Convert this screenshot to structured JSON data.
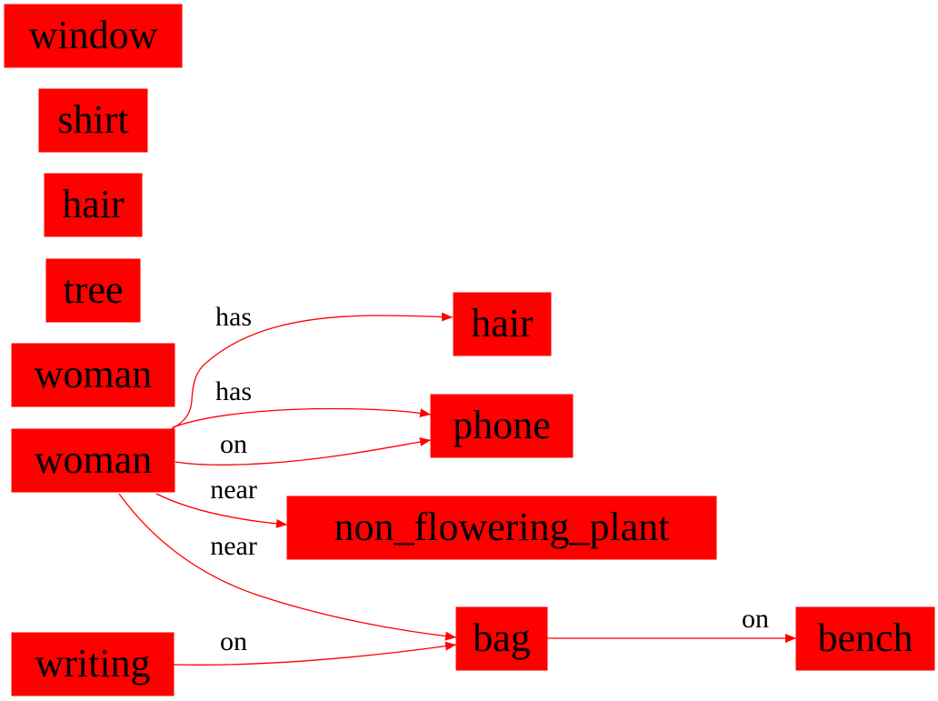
{
  "colors": {
    "node_fill": "#ff0000",
    "edge": "#ff0000",
    "text": "#000000"
  },
  "nodes": [
    {
      "id": "window",
      "label": "window"
    },
    {
      "id": "shirt",
      "label": "shirt"
    },
    {
      "id": "hair1",
      "label": "hair"
    },
    {
      "id": "tree",
      "label": "tree"
    },
    {
      "id": "woman1",
      "label": "woman"
    },
    {
      "id": "woman2",
      "label": "woman"
    },
    {
      "id": "writing",
      "label": "writing"
    },
    {
      "id": "hair2",
      "label": "hair"
    },
    {
      "id": "phone",
      "label": "phone"
    },
    {
      "id": "plant",
      "label": "non_flowering_plant"
    },
    {
      "id": "bag",
      "label": "bag"
    },
    {
      "id": "bench",
      "label": "bench"
    }
  ],
  "edges": [
    {
      "from": "woman2",
      "to": "hair2",
      "label": "has"
    },
    {
      "from": "woman2",
      "to": "phone",
      "label": "has"
    },
    {
      "from": "woman2",
      "to": "phone",
      "label": "on"
    },
    {
      "from": "woman2",
      "to": "plant",
      "label": "near"
    },
    {
      "from": "woman2",
      "to": "bag",
      "label": "near"
    },
    {
      "from": "writing",
      "to": "bag",
      "label": "on"
    },
    {
      "from": "bag",
      "to": "bench",
      "label": "on"
    }
  ]
}
